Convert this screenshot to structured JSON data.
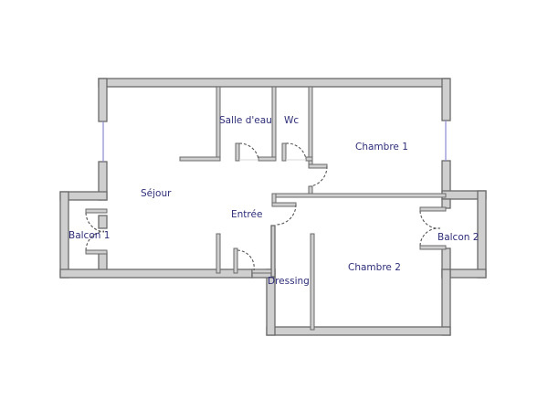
{
  "plan": {
    "type": "apartment floor plan",
    "colors": {
      "wall_fill": "#cfcfcf",
      "wall_stroke": "#6a6a6a",
      "label": "#2e2e7a",
      "window": "#8a8ad0",
      "background": "#ffffff"
    },
    "rooms": [
      {
        "id": "sejour",
        "label": "Séjour"
      },
      {
        "id": "salle-deau",
        "label": "Salle d'eau"
      },
      {
        "id": "wc",
        "label": "Wc"
      },
      {
        "id": "chambre-1",
        "label": "Chambre 1"
      },
      {
        "id": "entree",
        "label": "Entrée"
      },
      {
        "id": "balcon-1",
        "label": "Balcon 1"
      },
      {
        "id": "balcon-2",
        "label": "Balcon 2"
      },
      {
        "id": "chambre-2",
        "label": "Chambre 2"
      },
      {
        "id": "dressing",
        "label": "Dressing"
      }
    ]
  }
}
